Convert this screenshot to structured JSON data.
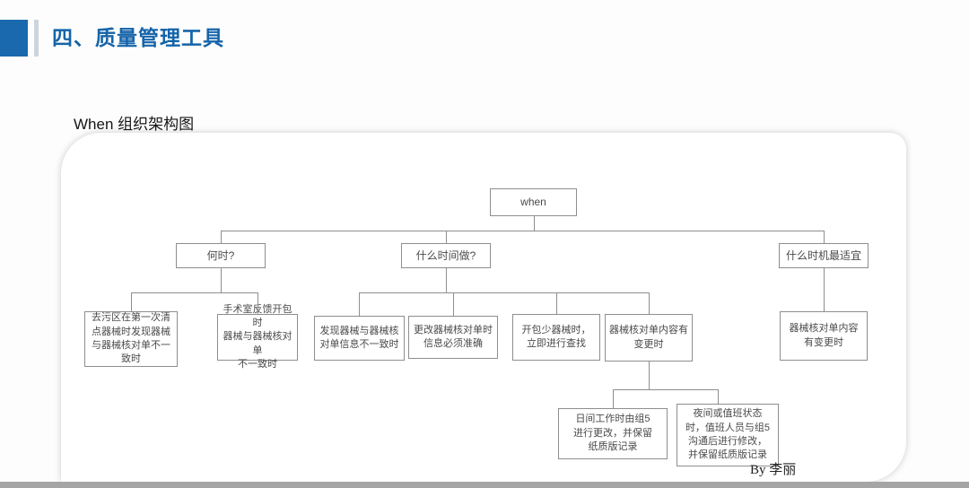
{
  "slide": {
    "title": "四、质量管理工具",
    "subtitle": "When 组织架构图",
    "author_credit": "By 李丽"
  },
  "colors": {
    "accent_blue": "#1a69ae",
    "title_blue": "#1564a9",
    "box_border": "#8e8e8e",
    "connector_line": "#8e8e8e",
    "bottom_strip": "#a5a5a5"
  },
  "diagram": {
    "root": "when",
    "branches": [
      {
        "label": "何时?",
        "children": [
          "去污区在第一次清\n点器械时发现器械\n与器械核对单不一\n致时",
          "手术室反馈开包时\n器械与器械核对单\n不一致时"
        ]
      },
      {
        "label": "什么时间做?",
        "children": [
          "发现器械与器械核\n对单信息不一致时",
          "更改器械核对单时\n信息必须准确",
          "开包少器械时，\n立即进行查找",
          "器械核对单内容有\n变更时"
        ],
        "grandchildren": [
          "日间工作时由组5\n进行更改，并保留\n纸质版记录",
          "夜间或值班状态\n时，值班人员与组5\n沟通后进行修改，\n并保留纸质版记录"
        ]
      },
      {
        "label": "什么时机最适宜",
        "children": [
          "器械核对单内容\n有变更时"
        ]
      }
    ]
  }
}
